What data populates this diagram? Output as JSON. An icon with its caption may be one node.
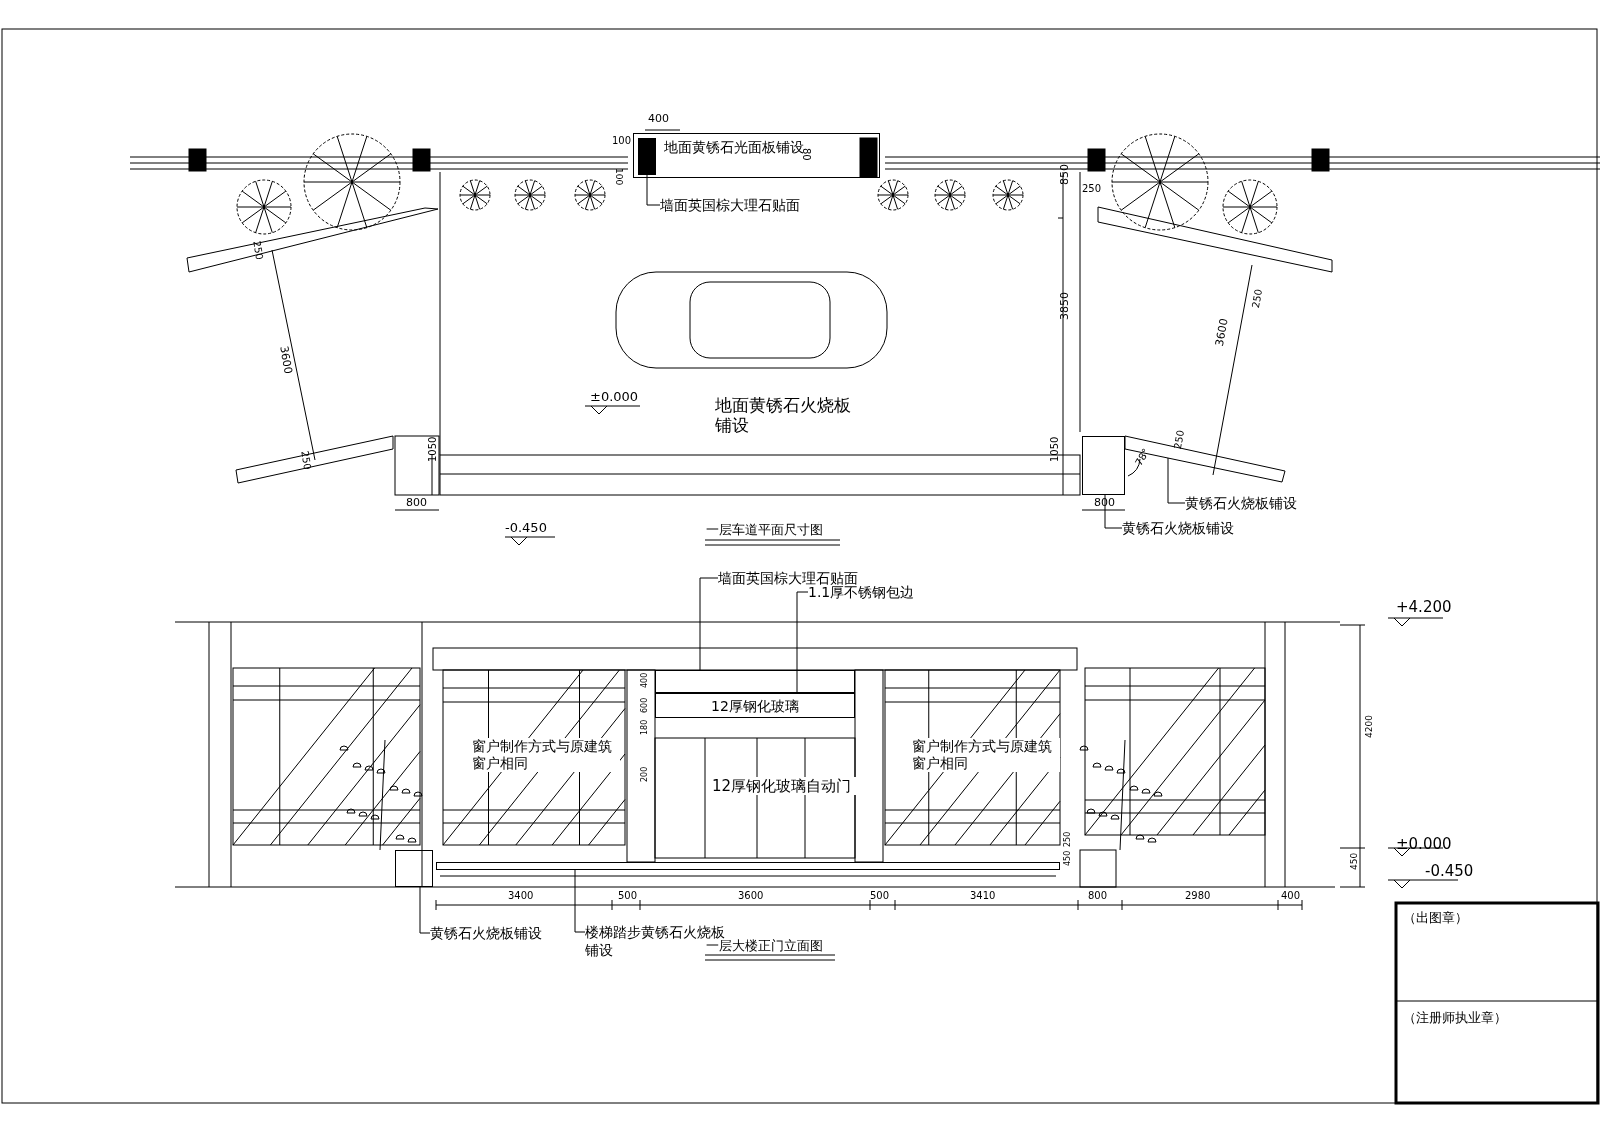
{
  "diagram": {
    "nodes": [
      {
        "text": [
          "地面黄锈石光面板铺设"
        ]
      },
      {
        "text": [
          "墙面英国棕大理石贴面"
        ]
      },
      {
        "text": [],
        "shape": "box",
        "in": 0
      },
      {
        "text": [
          "黄锈石火烧板铺设"
        ]
      },
      {
        "text": [],
        "shape": "bar"
      },
      {
        "text": [
          "黄锈石火烧板铺设"
        ]
      },
      {
        "text": [],
        "shape": "box"
      },
      {
        "text": [
          "墙面英国棕大理石贴面"
        ]
      },
      {
        "text": [],
        "shape": "box"
      },
      {
        "text": [
          "1.1厚不锈钢包边"
        ]
      },
      {
        "text": [
          "12厚钢化玻璃"
        ]
      },
      {
        "text": [
          "黄锈石火烧板铺设"
        ]
      },
      {
        "text": [],
        "shape": "box"
      },
      {
        "text": [
          "楼梯踏步黄锈石火烧板铺设"
        ]
      },
      {
        "text": [],
        "shape": "bar"
      }
    ],
    "edges": [
      {
        "from": 1,
        "to": 2,
        "arrow": "none"
      },
      {
        "from": 3,
        "to": 4,
        "arrow": "none"
      },
      {
        "from": 5,
        "to": 6,
        "arrow": "none"
      },
      {
        "from": 7,
        "to": 8,
        "arrow": "none"
      },
      {
        "from": 9,
        "to": 10,
        "arrow": "none"
      },
      {
        "from": 11,
        "to": 12,
        "arrow": "none"
      },
      {
        "from": 13,
        "to": 14,
        "arrow": "none"
      }
    ],
    "labels": [
      "400",
      "100",
      "80",
      "100",
      "850",
      "250",
      "250",
      "3600",
      "250",
      "3850",
      "3600",
      "±0.000",
      "地面黄锈石火烧板铺设",
      "250",
      "1050",
      "1050",
      "78°",
      "250",
      "800",
      "800",
      "-0.450",
      "一层车道平面尺寸图",
      "+4.200",
      "400",
      "600",
      "180",
      "窗户制作方式与原建筑窗户相同",
      "12厚钢化玻璃自动门",
      "200",
      "窗户制作方式与原建筑窗户相同",
      "4200",
      "250",
      "450",
      "±0.000",
      "-0.450",
      "450",
      "3400",
      "500",
      "3600",
      "500",
      "3410",
      "800",
      "2980",
      "400",
      "一层大楼正门立面图",
      "（出图章）",
      "（注册师执业章）"
    ]
  }
}
